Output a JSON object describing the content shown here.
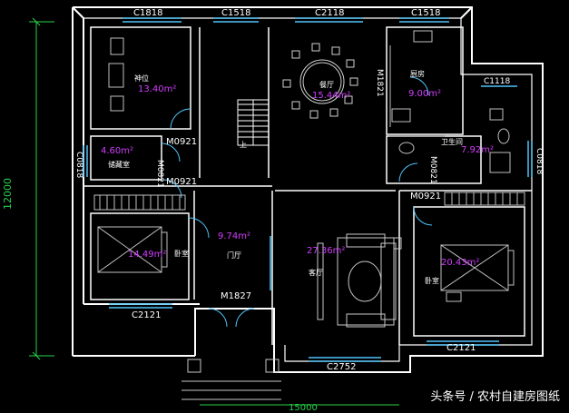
{
  "colors": {
    "background": "#000000",
    "wall": "#ffffff",
    "window": "#4fc3f7",
    "area_text": "#d23cff",
    "dimension": "#27d24a",
    "furniture": "#b0b0b0"
  },
  "windows": {
    "top_1": "C1818",
    "top_2": "C1518",
    "top_3": "C2118",
    "top_4": "C1518",
    "right_small": "C1118",
    "left_wall": "C0818",
    "right_wall": "C0818",
    "bottom_left": "C2121",
    "bottom_center": "C2752",
    "bottom_right": "C2121"
  },
  "doors": {
    "m0921_a": "M0921",
    "m0921_b": "M0921",
    "m0921_c": "M0921",
    "m0821_a": "M0821",
    "m0821_b": "M0821",
    "m1821": "M1821",
    "m1827": "M1827"
  },
  "rooms": {
    "ancestral": {
      "name": "神位",
      "area": "13.40m²"
    },
    "dining": {
      "name": "餐厅",
      "area": "15.44m²"
    },
    "kitchen": {
      "name": "厨房",
      "area": "9.00m²"
    },
    "storage": {
      "name": "储藏室",
      "area": "4.60m²"
    },
    "bath": {
      "name": "卫生间",
      "area": "7.92m²"
    },
    "bedroom_left": {
      "name": "卧室",
      "area": "14.49m²"
    },
    "foyer": {
      "name": "门厅",
      "area": "9.74m²"
    },
    "living": {
      "name": "客厅",
      "area": "27.36m²"
    },
    "bedroom_right": {
      "name": "卧室",
      "area": "20.43m²"
    },
    "stair": {
      "name": "上"
    }
  },
  "dimensions": {
    "depth": "12000",
    "width": "15000"
  },
  "watermark": "头条号 / 农村自建房图纸"
}
